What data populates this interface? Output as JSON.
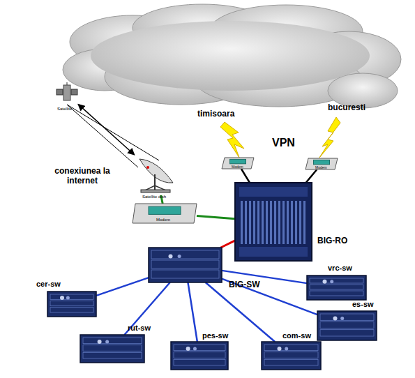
{
  "diagram": {
    "nodes": [
      {
        "text": [
          "Satellite"
        ]
      },
      {
        "text": [
          "Modem"
        ]
      },
      {
        "text": [
          "Modem"
        ]
      },
      {
        "text": [
          "Satellite dish"
        ]
      },
      {
        "text": [
          "Modem"
        ]
      },
      {
        "text": [
          "BIG-RO"
        ]
      },
      {
        "text": [
          "BIG-SW"
        ]
      },
      {
        "text": [
          "vrc-sw"
        ]
      },
      {
        "text": [
          "cer-sw"
        ]
      },
      {
        "text": [
          "es-sw"
        ]
      },
      {
        "text": [
          "rut-sw"
        ]
      },
      {
        "text": [
          "pes-sw"
        ]
      },
      {
        "text": [
          "com-sw"
        ]
      }
    ],
    "edges": [
      {
        "from": 0,
        "to": 3,
        "arrow": "both"
      },
      {
        "from": 3,
        "to": 4,
        "arrow": "none"
      },
      {
        "from": 4,
        "to": 5,
        "arrow": "none"
      },
      {
        "from": 1,
        "to": 5,
        "arrow": "none"
      },
      {
        "from": 2,
        "to": 5,
        "arrow": "none"
      },
      {
        "from": 5,
        "to": 6,
        "arrow": "none"
      },
      {
        "from": 6,
        "to": 8,
        "arrow": "none"
      },
      {
        "from": 6,
        "to": 10,
        "arrow": "none"
      },
      {
        "from": 6,
        "to": 11,
        "arrow": "none"
      },
      {
        "from": 6,
        "to": 12,
        "arrow": "none"
      },
      {
        "from": 6,
        "to": 9,
        "arrow": "none"
      },
      {
        "from": 6,
        "to": 7,
        "arrow": "none"
      }
    ],
    "labels": [
      "conexiunea la internet",
      "timisoara",
      "bucuresti",
      "VPN"
    ]
  }
}
